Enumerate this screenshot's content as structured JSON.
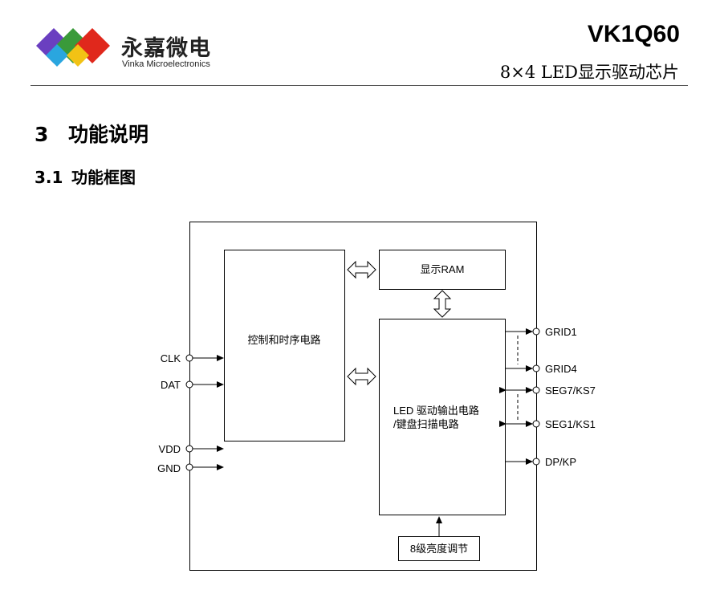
{
  "header": {
    "company_cn": "永嘉微电",
    "company_en": "Vinka Microelectronics",
    "part_number": "VK1Q60",
    "subtitle": "8×4  LED显示驱动芯片"
  },
  "section": {
    "number": "3",
    "title": "功能说明",
    "subsection_number": "3.1",
    "subsection_title": "功能框图"
  },
  "diagram": {
    "blocks": {
      "control": "控制和时序电路",
      "ram": "显示RAM",
      "driver_line1": "LED 驱动输出电路",
      "driver_line2": "/键盘扫描电路",
      "brightness": "8级亮度调节"
    },
    "left_pins": [
      "CLK",
      "DAT",
      "VDD",
      "GND"
    ],
    "right_pins": [
      "GRID1",
      "GRID4",
      "SEG7/KS7",
      "SEG1/KS1",
      "DP/KP"
    ]
  }
}
